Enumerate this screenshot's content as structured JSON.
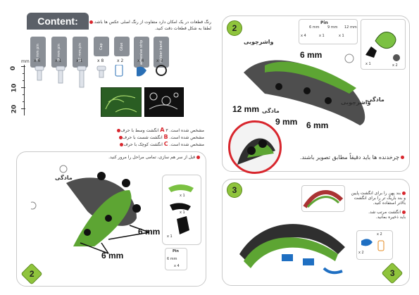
{
  "content_title": "Content:",
  "intro_text_1": "رنگ قطعات در یک امکان دارد متفاوت از رنگ اصلی عکس ها باشد.",
  "intro_text_2": "لطفا به شکل قطعات دقت کنید.",
  "parts": [
    {
      "tag": "8 mm pin",
      "count": "x 6"
    },
    {
      "tag": "9 mm pin",
      "count": "x 1"
    },
    {
      "tag": "12 mm pin",
      "count": "x 1"
    },
    {
      "tag": "Cap",
      "count": "x 8"
    },
    {
      "tag": "Glue",
      "count": "x 2"
    },
    {
      "tag": "adhesive strip",
      "count": "x 4"
    },
    {
      "tag": "rubber band",
      "count": "x 3"
    }
  ],
  "ruler_unit": "mm",
  "ruler_ticks": [
    "0",
    "10",
    "20"
  ],
  "legend": [
    {
      "text": "۳ انگشت وسط با حرف",
      "letter": "A",
      "tail": "مشخص شده است."
    },
    {
      "text": "انگشت شست با حرف",
      "letter": "B",
      "tail": "مشخص شده است."
    },
    {
      "text": "انگشت کوچک با حرف",
      "letter": "C",
      "tail": "مشخص شده است."
    }
  ],
  "step2_top": {
    "badge": "2",
    "washer_label_1": "واشرچوبی",
    "washer_label_2": "واشرچوبی",
    "female_label_1": "مادگی",
    "female_label_2": "مادگی",
    "dim_6mm_a": "6 mm",
    "dim_12mm": "12 mm",
    "dim_9mm": "9 mm",
    "dim_6mm_b": "6 mm",
    "pin_header": "Pin",
    "pin_counts": [
      "x 4",
      "x 1",
      "x 1"
    ],
    "pin_sizes": [
      "6 mm",
      "9 mm",
      "12 mm"
    ],
    "piece_counts": [
      "x 1",
      "x 2"
    ],
    "note": "چرخدنده ها باید دقیقاً مطابق تصویر باشند."
  },
  "step2_bottom": {
    "badge": "2",
    "note": "قبل از سر هم سازی، تمامی مراحل را مرور کنید.",
    "female_label": "مادگی",
    "dim_6mm_a": "6 mm",
    "dim_6mm_b": "6 mm",
    "piece_counts": [
      "x 1",
      "x 1",
      "x 1"
    ],
    "pin_header": "Pin",
    "pin_size": "6 mm",
    "pin_count": "x 4"
  },
  "step3": {
    "badge_top": "3",
    "badge_bottom": "3",
    "note_1a": "بند پهن را برای انگشت پایین",
    "note_1b": "و بند باریک تر را برای انگشت",
    "note_1c": "بالاتر استفاده کنید.",
    "note_2a": "انگشت مرتب شد.",
    "note_2b": "باید ذخیره بمانید.",
    "counts": [
      "x 2",
      "x 2"
    ]
  }
}
